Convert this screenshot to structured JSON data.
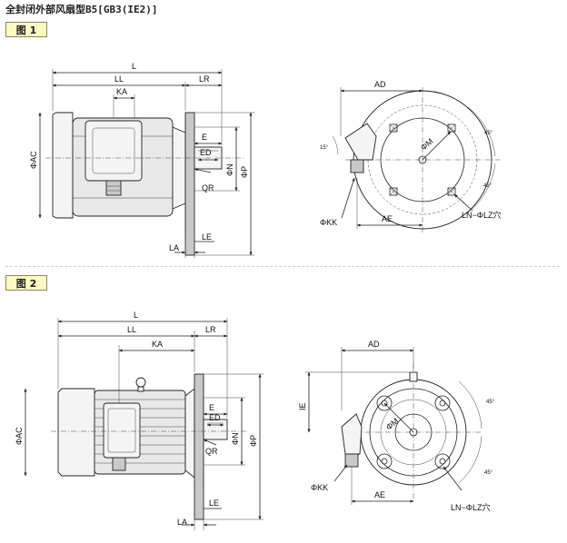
{
  "title": "全封闭外部风扇型B5[GB3(IE2)]",
  "figure1": {
    "label": "图 1",
    "side_labels": {
      "L": "L",
      "LL": "LL",
      "LR": "LR",
      "KA": "KA",
      "AC": "ΦAC",
      "E": "E",
      "ED": "ED",
      "QR": "QR",
      "N": "ΦN",
      "P": "ΦP",
      "LA": "LA",
      "LE": "LE"
    },
    "front_labels": {
      "AD": "AD",
      "M": "ΦM",
      "KK": "ΦKK",
      "AE": "AE",
      "LZ": "LN−ΦLZ穴",
      "angle15": "15°",
      "angle45a": "45°",
      "angle45b": "45°"
    }
  },
  "figure2": {
    "label": "图 2",
    "side_labels": {
      "L": "L",
      "LL": "LL",
      "LR": "LR",
      "KA": "KA",
      "AC": "ΦAC",
      "E": "E",
      "ED": "ED",
      "QR": "QR",
      "N": "ΦN",
      "P": "ΦP",
      "LA": "LA",
      "LE": "LE"
    },
    "front_labels": {
      "AD": "AD",
      "IE": "IE",
      "M": "ΦM",
      "KK": "ΦKK",
      "AE": "AE",
      "LZ": "LN−ΦLZ穴",
      "angle45a": "45°",
      "angle45b": "45°"
    }
  }
}
